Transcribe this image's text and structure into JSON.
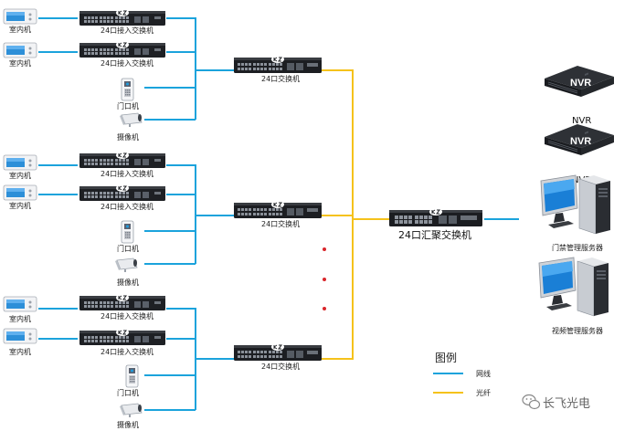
{
  "colors": {
    "network_line": "#1ba3dc",
    "fiber_line": "#f5c21b",
    "dot": "#d9262b",
    "device_dark": "#1e2024",
    "screen_blue": "#2d8fd8"
  },
  "groups": [
    {
      "indoor_units": [
        "室内机",
        "室内机"
      ],
      "access_switches": [
        "24口接入交换机",
        "24口接入交换机"
      ],
      "door_unit": "门口机",
      "camera": "摄像机",
      "switch": "24口交换机"
    },
    {
      "indoor_units": [
        "室内机",
        "室内机"
      ],
      "access_switches": [
        "24口接入交换机",
        "24口接入交换机"
      ],
      "door_unit": "门口机",
      "camera": "摄像机",
      "switch": "24口交换机"
    },
    {
      "indoor_units": [
        "室内机",
        "室内机"
      ],
      "access_switches": [
        "24口接入交换机",
        "24口接入交换机"
      ],
      "door_unit": "门口机",
      "camera": "摄像机",
      "switch": "24口交换机"
    }
  ],
  "core_switch": "24口汇聚交换机",
  "servers": {
    "nvr_badges": [
      "NVR",
      "NVR"
    ],
    "nvr_labels": [
      "NVR",
      "NVR"
    ],
    "access_server": "门禁管理服务器",
    "video_server": "视频管理服务器"
  },
  "legend": {
    "title": "图例",
    "items": [
      "网线",
      "光纤"
    ]
  },
  "watermark": "长飞光电",
  "icons": {
    "switch_logo": "k-logo-icon",
    "watermark_logo": "wechat-icon"
  }
}
